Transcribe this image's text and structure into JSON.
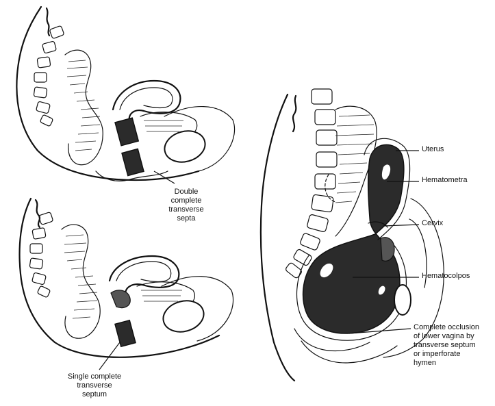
{
  "labels": {
    "double_septa": "Double\ncomplete\ntransverse\nsepta",
    "single_septum": "Single complete\ntransverse\nseptum",
    "uterus": "Uterus",
    "hematometra": "Hematometra",
    "cervix": "Cervix",
    "hematocolpos": "Hematocolpos",
    "occlusion": "Complete occlusion\nof lower vagina by\ntransverse septum\nor imperforate\nhymen"
  }
}
